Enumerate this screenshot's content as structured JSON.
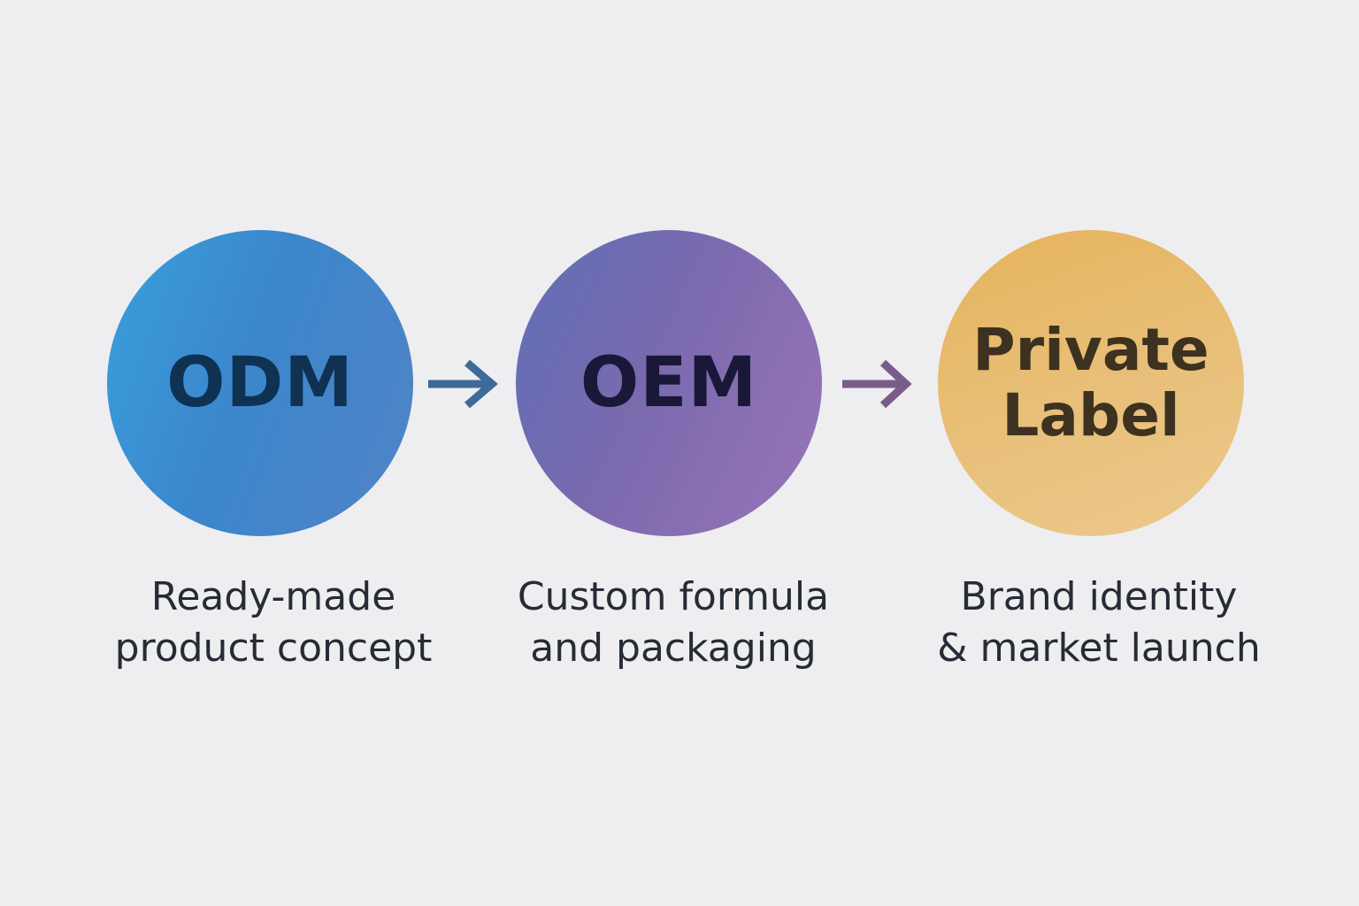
{
  "steps": [
    {
      "label": "ODM",
      "caption_line1": "Ready-made",
      "caption_line2": "product concept",
      "color": "#3b86cc"
    },
    {
      "label": "OEM",
      "caption_line1": "Custom formula",
      "caption_line2": "and packaging",
      "color": "#7a6aae"
    },
    {
      "label_line1": "Private",
      "label_line2": "Label",
      "caption_line1": "Brand identity",
      "caption_line2": "& market launch",
      "color": "#e8bf78"
    }
  ],
  "arrows": [
    {
      "icon": "arrow-right-icon",
      "color": "#3e6a99"
    },
    {
      "icon": "arrow-right-icon",
      "color": "#7a5c8a"
    }
  ]
}
